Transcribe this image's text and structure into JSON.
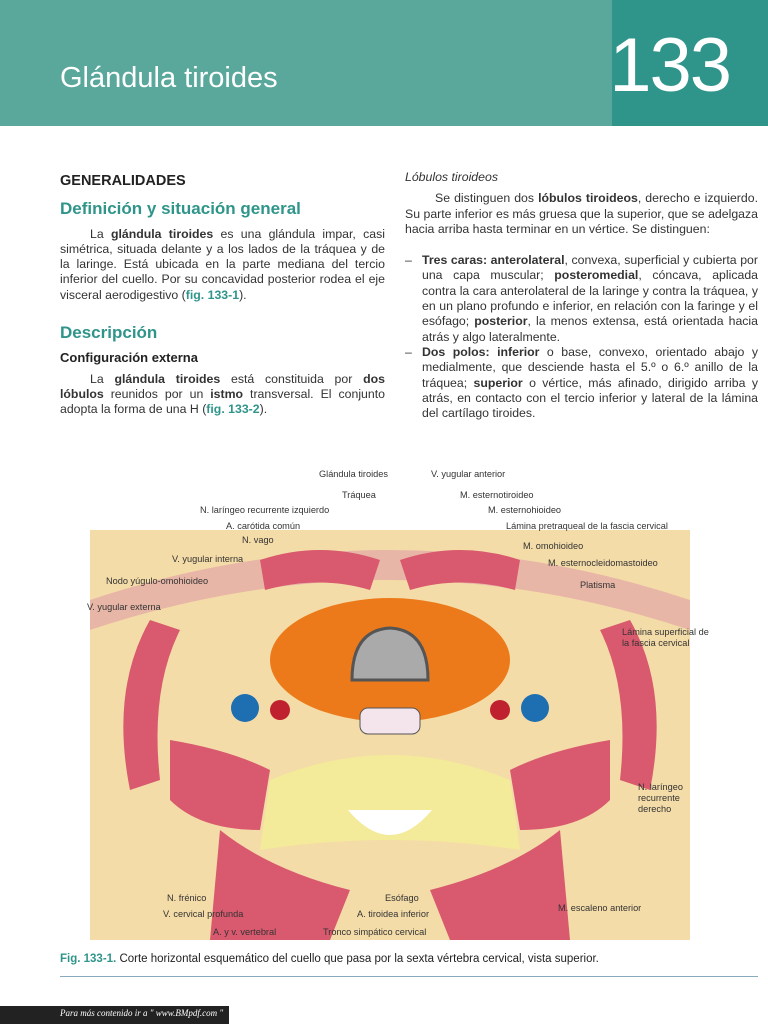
{
  "header": {
    "title": "Glándula tiroides",
    "chapter": "133"
  },
  "left": {
    "generalidades": "GENERALIDADES",
    "def_title": "Definición y situación general",
    "def_p": [
      "La ",
      "glándula tiroides",
      " es una glándula impar, casi simétrica, situada delante y a los lados de la tráquea y de la laringe. Está ubicada en la parte mediana del tercio inferior del cuello. Por su concavidad posterior rodea el eje visceral aerodigestivo (",
      "fig. 133-1",
      ")."
    ],
    "desc_title": "Descripción",
    "config_title": "Configuración externa",
    "config_p": [
      "La ",
      "glándula tiroides",
      " está constituida por ",
      "dos lóbulos",
      " reunidos por un ",
      "istmo",
      " transversal. El conjunto adopta la forma de una H (",
      "fig. 133-2",
      ")."
    ]
  },
  "right": {
    "lob_title": "Lóbulos tiroideos",
    "lob_p": [
      "Se distinguen dos ",
      "lóbulos tiroideos",
      ", derecho e izquierdo. Su parte inferior es más gruesa que la superior, que se adelgaza hacia arriba hasta terminar en un vértice. Se distinguen:"
    ],
    "item1": [
      "Tres caras: ",
      "anterolateral",
      ", convexa, superficial y cubierta por una capa muscular; ",
      "posteromedial",
      ", cóncava, aplicada contra la cara anterolateral de la laringe y contra la tráquea, y en un plano profundo e inferior, en relación con la faringe y el esófago; ",
      "posterior",
      ", la menos extensa, está orientada hacia atrás y algo lateralmente."
    ],
    "item2": [
      "Dos polos: ",
      "inferior",
      " o base, convexo, orientado abajo y medialmente, que desciende hasta el 5.º o 6.º anillo de la tráquea; ",
      "superior",
      " o vértice, más afinado, dirigido arriba y atrás, en contacto con el tercio inferior y lateral de la lámina del cartílago tiroides."
    ]
  },
  "figure": {
    "labels": {
      "glandula": "Glándula tiroides",
      "vyugant": "V. yugular anterior",
      "traquea": "Tráquea",
      "esternotiroideo": "M. esternotiroideo",
      "laringeo_izq": "N. laríngeo recurrente izquierdo",
      "esternohioideo": "M. esternohioideo",
      "carotida": "A. carótida común",
      "lamina_pre": "Lámina pretraqueal de la fascia cervical",
      "vago": "N. vago",
      "omohioideo": "M. omohioideo",
      "vyugint": "V. yugular interna",
      "ecm": "M. esternocleidomastoideo",
      "nodo": "Nodo yúgulo-omohioideo",
      "platisma": "Platisma",
      "vyugext": "V. yugular externa",
      "lamina_sup": "Lámina superficial de la fascia cervical",
      "laringeo_der": "N. laríngeo recurrente derecho",
      "frenico": "N. frénico",
      "esofago": "Esófago",
      "cervical": "V. cervical profunda",
      "tiroidea": "A. tiroidea inferior",
      "escaleno": "M. escaleno anterior",
      "vertebral": "A. y v. vertebral",
      "simpatico": "Tronco simpático cervical"
    }
  },
  "caption": {
    "num": "Fig. 133-1.",
    "text": " Corte horizontal esquemático del cuello que pasa por la sexta vértebra cervical, vista superior."
  },
  "footer": "Para más contenido ir a \" www.BMpdf.com \""
}
